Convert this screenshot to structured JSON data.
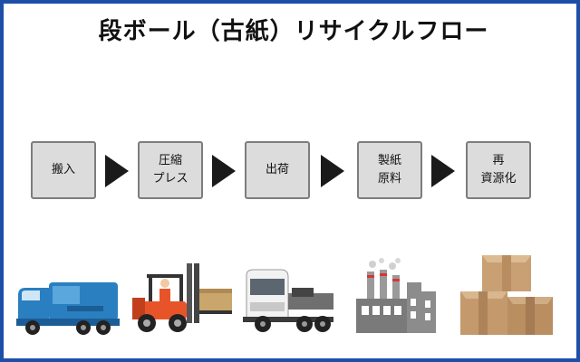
{
  "title": "段ボール（古紙）リサイクルフロー",
  "steps": [
    {
      "label": "搬入"
    },
    {
      "label": "圧縮\nプレス"
    },
    {
      "label": "出荷"
    },
    {
      "label": "製紙\n原料"
    },
    {
      "label": "再\n資源化"
    }
  ],
  "illustrations": [
    {
      "icon": "garbage-truck-icon"
    },
    {
      "icon": "forklift-icon"
    },
    {
      "icon": "semi-truck-icon"
    },
    {
      "icon": "factory-icon"
    },
    {
      "icon": "cardboard-boxes-icon"
    }
  ],
  "colors": {
    "border": "#1d4fa8",
    "step_fill": "#dcdcdc",
    "arrow": "#1a1a1a",
    "truck_blue": "#2a7fc1",
    "forklift_orange": "#e8542a"
  }
}
